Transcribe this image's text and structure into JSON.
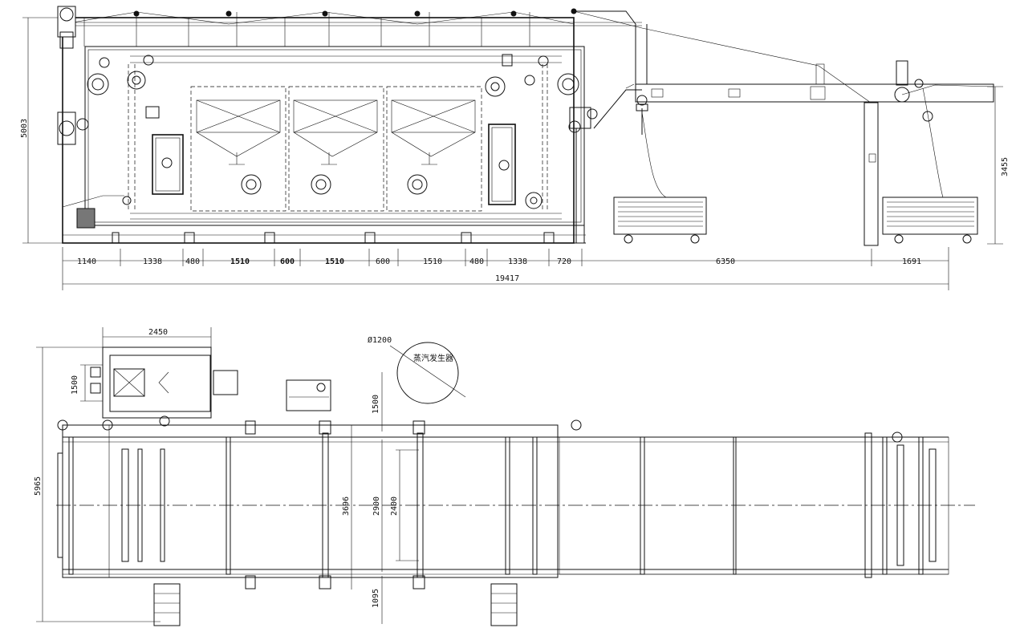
{
  "elevation": {
    "overall_height": "5003",
    "exit_height": "3455",
    "segments": [
      "1140",
      "1338",
      "480",
      "1510",
      "600",
      "1510",
      "600",
      "1510",
      "480",
      "1338",
      "720",
      "6350",
      "1691"
    ],
    "total_length": "19417"
  },
  "plan": {
    "overall_width": "5965",
    "steam_box_width": "2450",
    "steam_box_depth": "1500",
    "steam_generator_diameter": "Ø1200",
    "steam_generator_label": "蒸汽发生器",
    "clearance_top": "1500",
    "inner_width": "3696",
    "belt_width": "2900",
    "working_width": "2400",
    "clearance_bottom": "1095"
  }
}
